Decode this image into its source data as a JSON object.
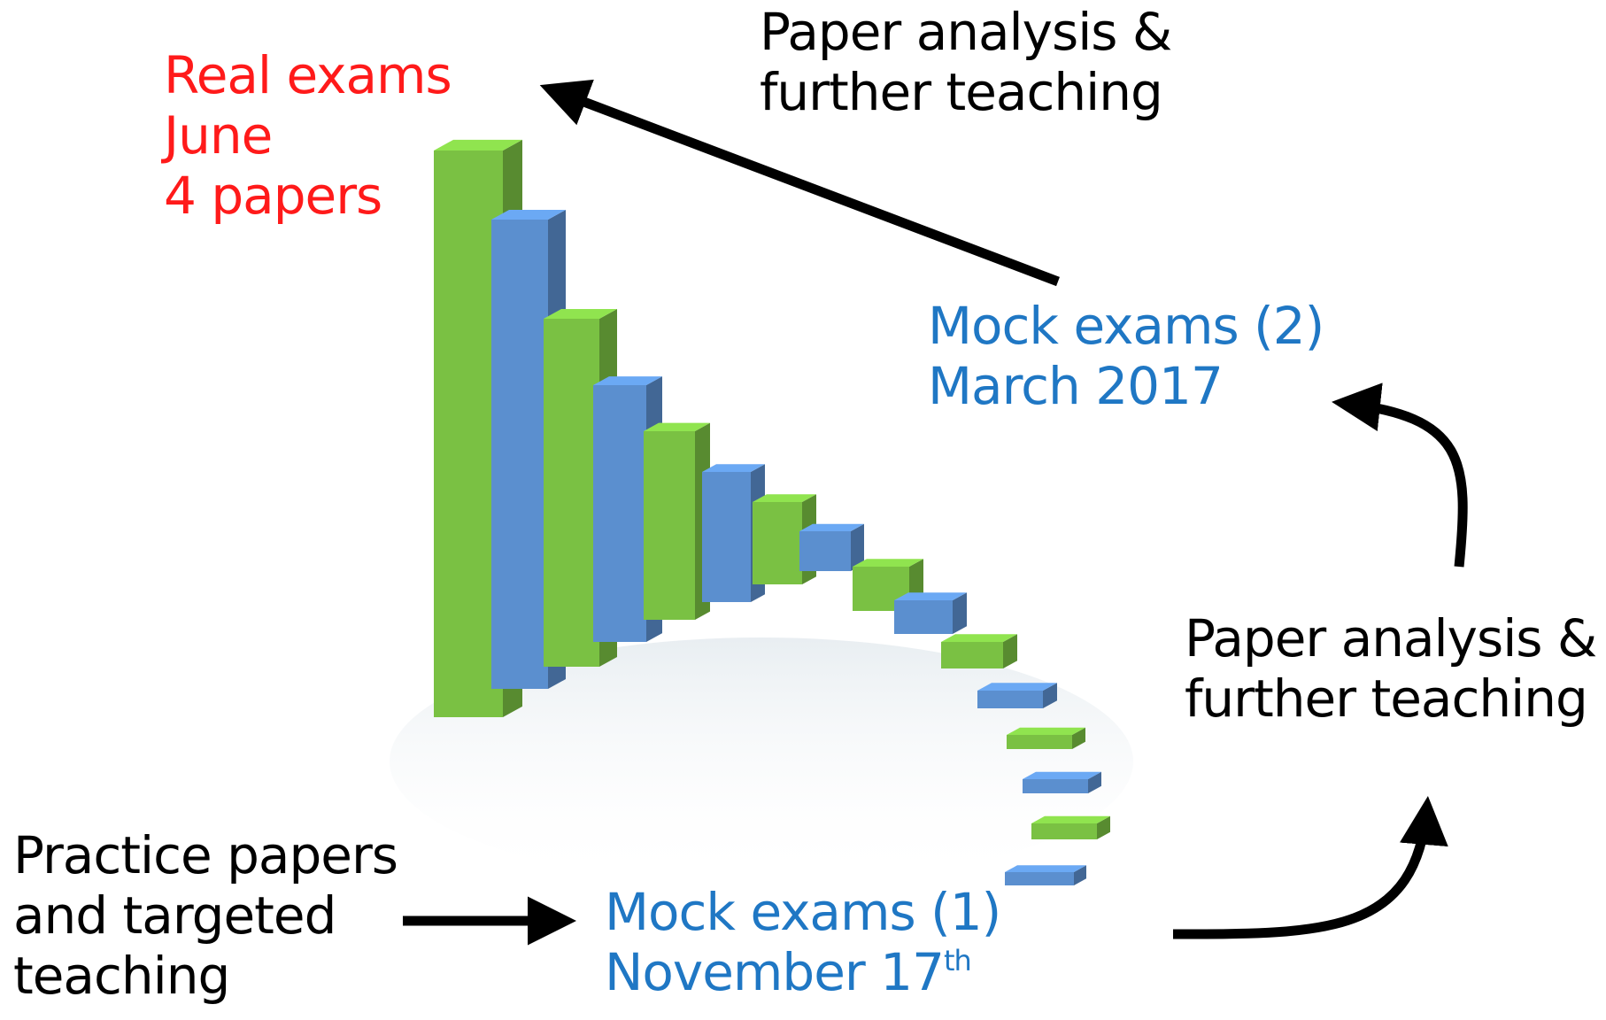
{
  "real_exams": {
    "line1": "Real exams",
    "line2": "June",
    "line3": "4 papers"
  },
  "top_step": {
    "line1": "Paper analysis &",
    "line2": "further teaching"
  },
  "mock2": {
    "line1": "Mock exams (2)",
    "line2": "March 2017"
  },
  "right_step": {
    "line1": "Paper analysis &",
    "line2": "further teaching"
  },
  "practice": {
    "line1": "Practice papers",
    "line2": "and targeted",
    "line3": "teaching"
  },
  "mock1": {
    "line1": "Mock exams (1)",
    "line2": "November 17",
    "line2_sup": "th"
  },
  "colors": {
    "green": "#7ac143",
    "blue": "#5b8fcf",
    "red": "#ff1a1a",
    "label_blue": "#1f77c4"
  }
}
